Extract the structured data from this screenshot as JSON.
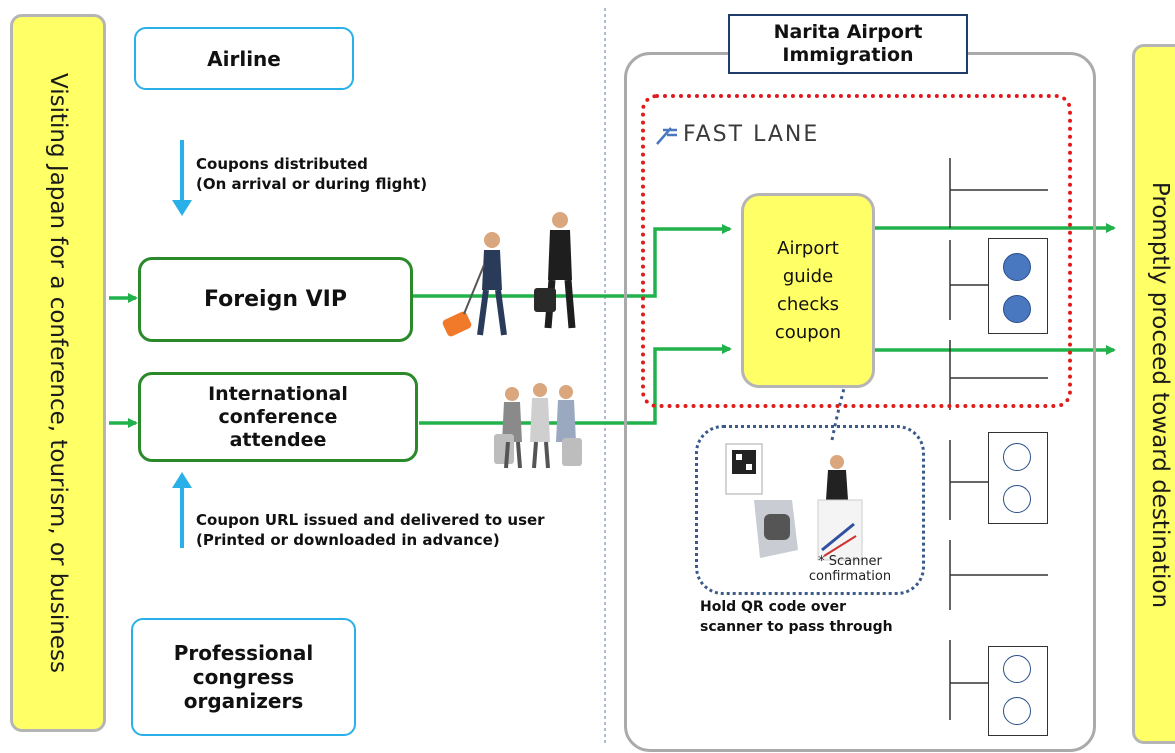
{
  "left_label": "Visiting Japan for a conference, tourism, or business",
  "right_label": "Promptly proceed toward destination",
  "airline": "Airline",
  "coupons_note_line1": "Coupons distributed",
  "coupons_note_line2": "(On arrival or during flight)",
  "foreign_vip": "Foreign VIP",
  "conference_attendee_line1": "International",
  "conference_attendee_line2": "conference",
  "conference_attendee_line3": "attendee",
  "url_note_line1": "Coupon URL issued and delivered to user",
  "url_note_line2": "(Printed or downloaded in advance)",
  "pco_line1": "Professional",
  "pco_line2": "congress",
  "pco_line3": "organizers",
  "narita_line1": "Narita Airport",
  "narita_line2": "Immigration",
  "fast_lane": "FAST LANE",
  "guide_line1": "Airport",
  "guide_line2": "guide",
  "guide_line3": "checks",
  "guide_line4": "coupon",
  "scanner_line1": "* Scanner",
  "scanner_line2": "confirmation",
  "hold_line1": "Hold QR code over",
  "hold_line2": "scanner to pass through",
  "colors": {
    "yellow": "#ffff66",
    "green_arrow": "#22b24c",
    "blue_arrow": "#2ab0e8",
    "fast_lane_border": "#e21a1a",
    "booth_filled": "#4a78c0"
  }
}
